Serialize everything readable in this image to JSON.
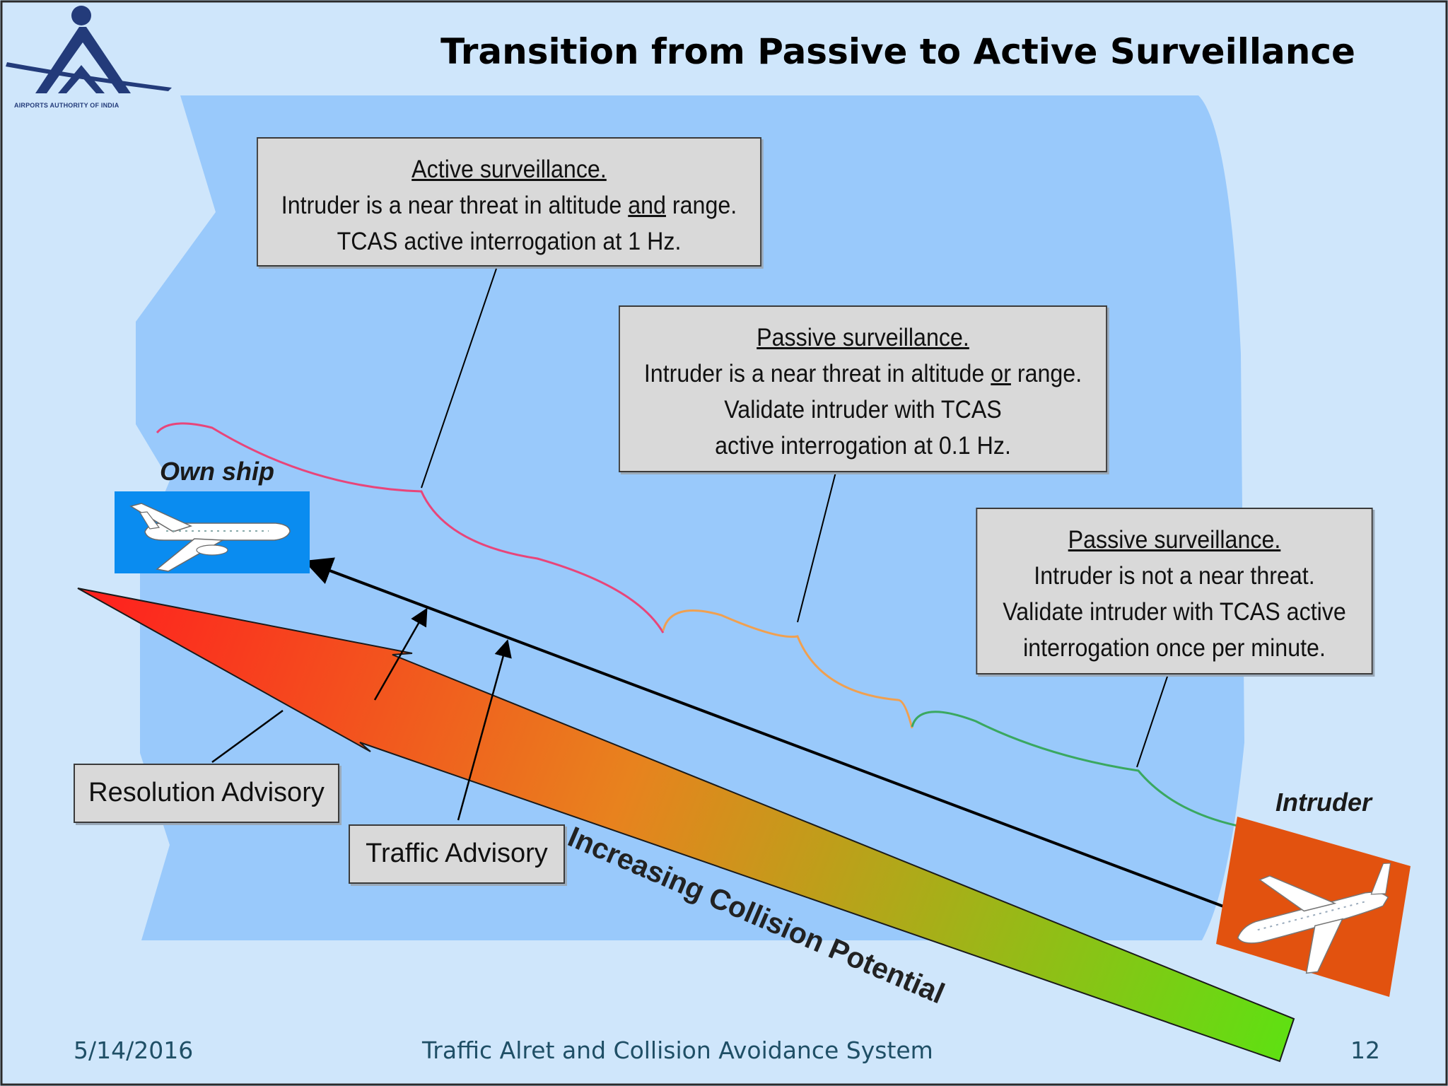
{
  "slide": {
    "title": "Transition from Passive to Active Surveillance",
    "logo_text": "AIRPORTS AUTHORITY OF INDIA"
  },
  "callouts": [
    {
      "heading": "Active surveillance.",
      "line1_pre": "Intruder is a near threat in altitude ",
      "line1_em": "and",
      "line1_post": " range.",
      "line2": "TCAS active interrogation at 1 Hz.",
      "line3": ""
    },
    {
      "heading": "Passive surveillance.",
      "line1_pre": "Intruder is a near threat in altitude ",
      "line1_em": "or",
      "line1_post": " range.",
      "line2": "Validate intruder with TCAS",
      "line3": "active interrogation at 0.1 Hz."
    },
    {
      "heading": "Passive surveillance.",
      "line1_pre": "Intruder is not a near threat.",
      "line1_em": "",
      "line1_post": "",
      "line2": "Validate intruder with TCAS active",
      "line3": "interrogation once per minute."
    }
  ],
  "labels": {
    "own_ship": "Own ship",
    "intruder": "Intruder",
    "resolution_advisory": "Resolution Advisory",
    "traffic_advisory": "Traffic Advisory",
    "big_arrow": "Increasing Collision Potential"
  },
  "footer": {
    "date": "5/14/2016",
    "center": "Traffic Alret and Collision Avoidance System",
    "page": "12"
  },
  "colors": {
    "background": "#cfe6fb",
    "panel": "#99c9fb",
    "own_ship_box": "#0a8cf0",
    "intruder_box": "#e2520f",
    "gradient_start": "#ff1e1e",
    "gradient_mid": "#e8821e",
    "gradient_end": "#5fe012",
    "brace_active": "#e8457a",
    "brace_passive_near": "#f0a050",
    "brace_passive_far": "#3aa860"
  }
}
